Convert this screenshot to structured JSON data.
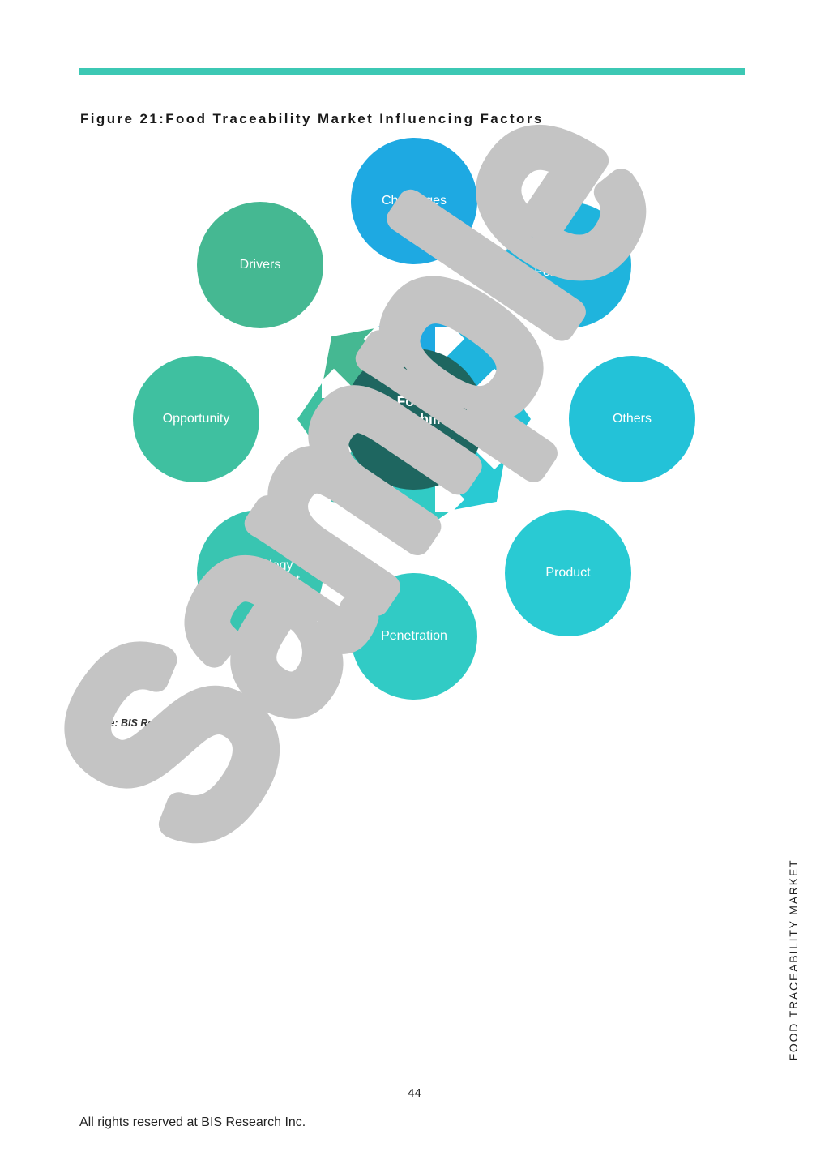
{
  "header": {
    "rule_color": "#3cc8b4",
    "figure_title": "Figure 21:Food Traceability Market Influencing Factors"
  },
  "diagram": {
    "center": {
      "label": "Food\nTraceability\nMarket",
      "color": "#1e6660"
    },
    "nodes": [
      {
        "id": "challenges",
        "label": "Challenges",
        "color": "#1ea9e2"
      },
      {
        "id": "end-users-perspective",
        "label": "End Users Perspective",
        "color": "#1fb4dd"
      },
      {
        "id": "others",
        "label": "Others",
        "color": "#23c2d8"
      },
      {
        "id": "product",
        "label": "Product",
        "color": "#29cad3"
      },
      {
        "id": "penetration",
        "label": "Penetration",
        "color": "#31cbc5"
      },
      {
        "id": "technology-advancement",
        "label": "Technology Advancement",
        "color": "#39c5b1"
      },
      {
        "id": "opportunity",
        "label": "Opportunity",
        "color": "#3fc0a0"
      },
      {
        "id": "drivers",
        "label": "Drivers",
        "color": "#45b892"
      }
    ],
    "arrow_colors": [
      "#1ea9e2",
      "#1fb4dd",
      "#23c2d8",
      "#29cad3",
      "#31cbc5",
      "#39c5b1",
      "#3fc0a0",
      "#45b892"
    ]
  },
  "source": "Source: BIS Research Analysis",
  "side_label": "FOOD TRACEABILITY MARKET",
  "page_number": "44",
  "footer": "All rights reserved at BIS Research Inc.",
  "watermark": {
    "text": "Sample",
    "color": "#c4c4c4"
  }
}
